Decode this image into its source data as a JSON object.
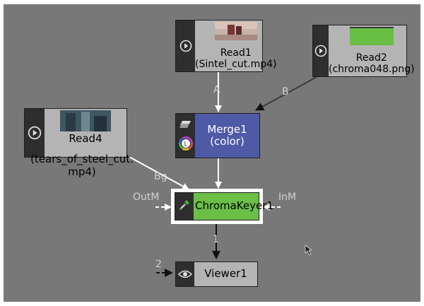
{
  "nodes": {
    "read1": {
      "line1": "Read1",
      "line2": "(Sintel_cut.mp4)"
    },
    "read2": {
      "line1": "Read2",
      "line2": "(chroma048.png)"
    },
    "read4": {
      "line1": "Read4",
      "line2": "(tears_of_steel_cut.",
      "line3": "mp4)"
    },
    "merge1": {
      "line1": "Merge1",
      "line2": "(color)"
    },
    "chromakeyer": {
      "line1": "ChromaKeyer1"
    },
    "viewer1": {
      "line1": "Viewer1"
    }
  },
  "edge_labels": {
    "a": "A",
    "b": "B",
    "bg": "Bg",
    "outm": "OutM",
    "inm": "InM",
    "one": "1",
    "two": "2"
  },
  "colors": {
    "canvas": "#787878",
    "node_fill": "#b4b4b4",
    "merge_fill": "#4f5aa6",
    "keyer_fill": "#6bbf47",
    "edge": "#ffffff",
    "edge_dark": "#3a3a3a"
  },
  "icons": {
    "play": "play-icon",
    "merge": "merge-icon",
    "color_wheel": "color-wheel-icon",
    "eyedropper": "eyedropper-icon",
    "eye": "eye-icon",
    "cursor": "mouse-cursor-icon"
  }
}
